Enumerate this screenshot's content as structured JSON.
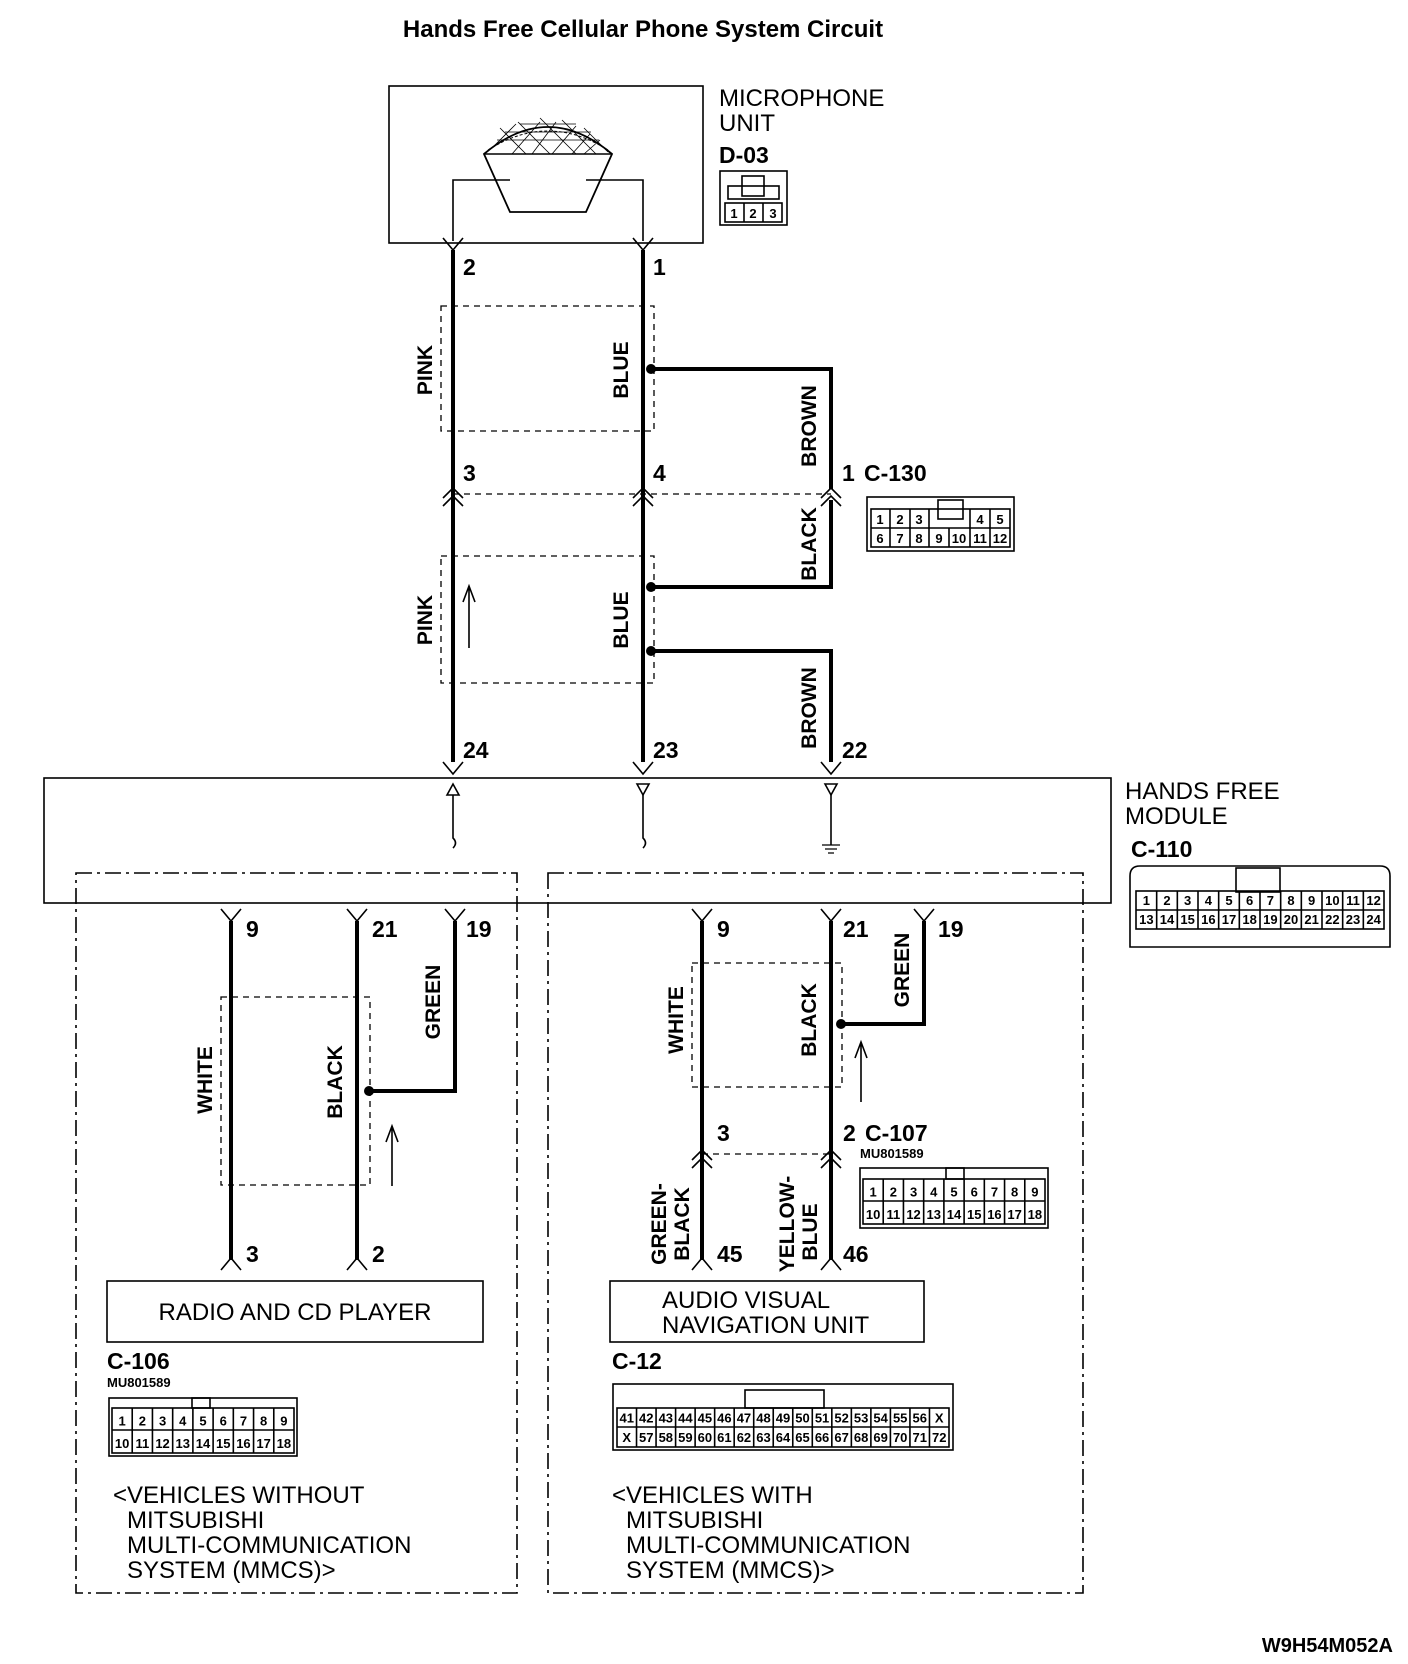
{
  "title": "Hands Free Cellular Phone System Circuit",
  "reference": "W9H54M052A",
  "microphone": {
    "name_line1": "MICROPHONE",
    "name_line2": "UNIT",
    "connector": "D-03",
    "cells": [
      "1",
      "2",
      "3"
    ],
    "pin_left": "2",
    "pin_right": "1"
  },
  "junction_c130": {
    "connector": "C-130",
    "pin_pink": "3",
    "pin_blue": "4",
    "pin_brown_black": "1",
    "row1": [
      "1",
      "2",
      "3",
      "4",
      "5"
    ],
    "row2": [
      "6",
      "7",
      "8",
      "9",
      "10",
      "11",
      "12"
    ]
  },
  "wires_top": {
    "pink_upper": "PINK",
    "blue_upper": "BLUE",
    "brown_upper": "BROWN",
    "pink_lower": "PINK",
    "blue_lower": "BLUE",
    "black": "BLACK",
    "brown_lower": "BROWN"
  },
  "hands_free": {
    "name_line1": "HANDS FREE",
    "name_line2": "MODULE",
    "connector": "C-110",
    "pin_24": "24",
    "pin_23": "23",
    "pin_22": "22",
    "row1": [
      "1",
      "2",
      "3",
      "4",
      "5",
      "6",
      "7",
      "8",
      "9",
      "10",
      "11",
      "12"
    ],
    "row2": [
      "13",
      "14",
      "15",
      "16",
      "17",
      "18",
      "19",
      "20",
      "21",
      "22",
      "23",
      "24"
    ]
  },
  "left_branch": {
    "pin_white": "9",
    "pin_black": "21",
    "pin_green": "19",
    "wire_white": "WHITE",
    "wire_black": "BLACK",
    "wire_green": "GREEN",
    "pin_radio_3": "3",
    "pin_radio_2": "2",
    "radio_label": "RADIO AND CD PLAYER",
    "connector": "C-106",
    "part_no": "MU801589",
    "row1": [
      "1",
      "2",
      "3",
      "4",
      "5",
      "6",
      "7",
      "8",
      "9"
    ],
    "row2": [
      "10",
      "11",
      "12",
      "13",
      "14",
      "15",
      "16",
      "17",
      "18"
    ],
    "note_line1": "<VEHICLES WITHOUT",
    "note_line2": "MITSUBISHI",
    "note_line3": "MULTI-COMMUNICATION",
    "note_line4": "SYSTEM (MMCS)>"
  },
  "right_branch": {
    "pin_white": "9",
    "pin_black": "21",
    "pin_green": "19",
    "wire_white": "WHITE",
    "wire_black": "BLACK",
    "wire_green": "GREEN",
    "c107_pin_3": "3",
    "c107_pin_2": "2",
    "c107_connector": "C-107",
    "c107_part_no": "MU801589",
    "c107_row1": [
      "1",
      "2",
      "3",
      "4",
      "5",
      "6",
      "7",
      "8",
      "9"
    ],
    "c107_row2": [
      "10",
      "11",
      "12",
      "13",
      "14",
      "15",
      "16",
      "17",
      "18"
    ],
    "wire_green_black_1": "GREEN-",
    "wire_green_black_2": "BLACK",
    "wire_yellow_blue_1": "YELLOW-",
    "wire_yellow_blue_2": "BLUE",
    "pin_45": "45",
    "pin_46": "46",
    "avn_line1": "AUDIO VISUAL",
    "avn_line2": "NAVIGATION UNIT",
    "connector": "C-12",
    "row1": [
      "41",
      "42",
      "43",
      "44",
      "45",
      "46",
      "47",
      "48",
      "49",
      "50",
      "51",
      "52",
      "53",
      "54",
      "55",
      "56",
      "X"
    ],
    "row2": [
      "X",
      "57",
      "58",
      "59",
      "60",
      "61",
      "62",
      "63",
      "64",
      "65",
      "66",
      "67",
      "68",
      "69",
      "70",
      "71",
      "72"
    ],
    "note_line1": "<VEHICLES WITH",
    "note_line2": "MITSUBISHI",
    "note_line3": "MULTI-COMMUNICATION",
    "note_line4": "SYSTEM (MMCS)>"
  }
}
